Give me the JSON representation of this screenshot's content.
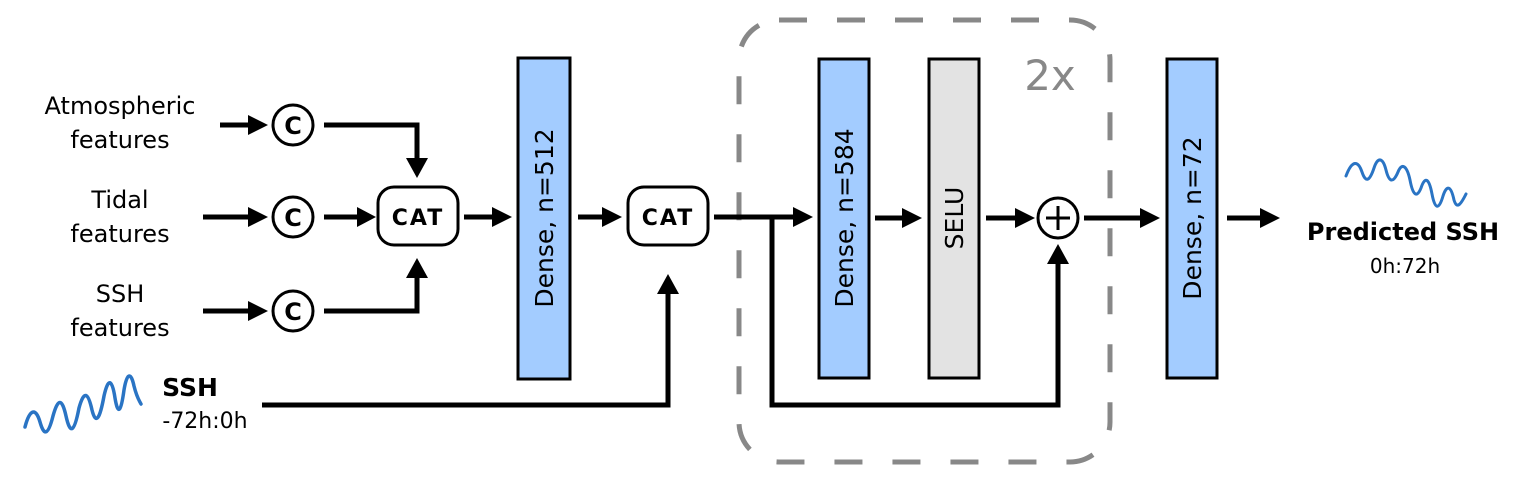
{
  "inputs": [
    {
      "line1": "Atmospheric",
      "line2": "features",
      "op": "C"
    },
    {
      "line1": "Tidal",
      "line2": "features",
      "op": "C"
    },
    {
      "line1": "SSH",
      "line2": "features",
      "op": "C"
    }
  ],
  "cat_label": "CAT",
  "ssh_input": {
    "title": "SSH",
    "range": "-72h:0h"
  },
  "dense1": "Dense, n=512",
  "dense2": "Dense, n=584",
  "selu": "SELU",
  "add_op": "+",
  "repeat_label": "2x",
  "dense3": "Dense, n=72",
  "output": {
    "title": "Predicted SSH",
    "range": "0h:72h"
  },
  "colors": {
    "dense": "#a3ccff",
    "activation": "#e3e3e3",
    "dashed": "#888888",
    "wave": "#2a74c4"
  }
}
